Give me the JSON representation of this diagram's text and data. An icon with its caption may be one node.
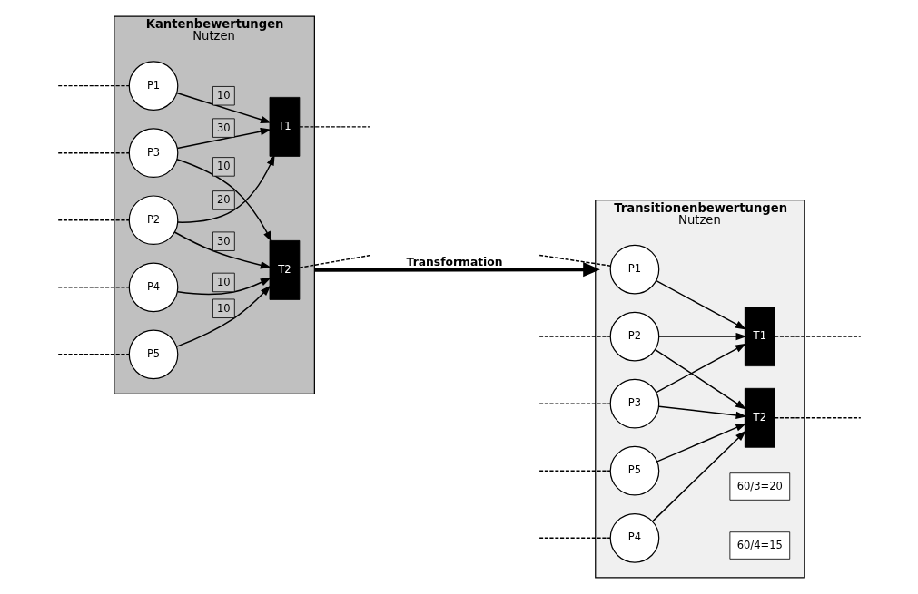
{
  "diagram": {
    "nodes": [
      {
        "text": [
          "Kantenbewertungen",
          "Nutzen"
        ]
      },
      {
        "text": [
          "P1"
        ],
        "in": 0
      },
      {
        "text": [
          "P2"
        ],
        "in": 0
      },
      {
        "text": [
          "P3"
        ],
        "in": 0
      },
      {
        "text": [
          "P4"
        ],
        "in": 0
      },
      {
        "text": [
          "P5"
        ],
        "in": 0
      },
      {
        "text": [
          "T1"
        ],
        "in": 0
      },
      {
        "text": [
          "T2"
        ],
        "in": 0
      },
      {
        "text": [
          "Transitionenbewertungen",
          "Nutzen"
        ]
      },
      {
        "text": [
          "P1"
        ],
        "in": 8
      },
      {
        "text": [
          "P2"
        ],
        "in": 8
      },
      {
        "text": [
          "P3"
        ],
        "in": 8
      },
      {
        "text": [
          "P4"
        ],
        "in": 8
      },
      {
        "text": [
          "P5"
        ],
        "in": 8
      },
      {
        "text": [
          "T1"
        ],
        "in": 8
      },
      {
        "text": [
          "T2"
        ],
        "in": 8
      },
      {
        "text": [
          "60/3=20"
        ],
        "in": 8
      },
      {
        "text": [
          "60/4=15"
        ],
        "in": 8
      }
    ],
    "edges": [
      {
        "from": 0,
        "to": 8,
        "arrow": "to",
        "label": "Transformation",
        "style": "thick"
      },
      {
        "from": null,
        "to": 1,
        "arrow": "none",
        "style": "dashed"
      },
      {
        "from": null,
        "to": 2,
        "arrow": "none",
        "style": "dashed"
      },
      {
        "from": null,
        "to": 3,
        "arrow": "none",
        "style": "dashed"
      },
      {
        "from": null,
        "to": 4,
        "arrow": "none",
        "style": "dashed"
      },
      {
        "from": null,
        "to": 5,
        "arrow": "none",
        "style": "dashed"
      },
      {
        "from": 1,
        "to": 6,
        "arrow": "to",
        "label": "10"
      },
      {
        "from": 2,
        "to": 6,
        "arrow": "to",
        "label": "20"
      },
      {
        "from": 3,
        "to": 6,
        "arrow": "to",
        "label": "30"
      },
      {
        "from": 2,
        "to": 7,
        "arrow": "to",
        "label": "30"
      },
      {
        "from": 3,
        "to": 7,
        "arrow": "to",
        "label": "10"
      },
      {
        "from": 4,
        "to": 7,
        "arrow": "to",
        "label": "10"
      },
      {
        "from": 5,
        "to": 7,
        "arrow": "to",
        "label": "10"
      },
      {
        "from": 6,
        "to": null,
        "arrow": "none",
        "style": "dashed"
      },
      {
        "from": 7,
        "to": null,
        "arrow": "none",
        "style": "dashed"
      },
      {
        "from": null,
        "to": 9,
        "arrow": "none",
        "style": "dashed"
      },
      {
        "from": null,
        "to": 10,
        "arrow": "none",
        "style": "dashed"
      },
      {
        "from": null,
        "to": 11,
        "arrow": "none",
        "style": "dashed"
      },
      {
        "from": null,
        "to": 12,
        "arrow": "none",
        "style": "dashed"
      },
      {
        "from": null,
        "to": 13,
        "arrow": "none",
        "style": "dashed"
      },
      {
        "from": 9,
        "to": 14,
        "arrow": "to"
      },
      {
        "from": 10,
        "to": 14,
        "arrow": "to"
      },
      {
        "from": 11,
        "to": 14,
        "arrow": "to"
      },
      {
        "from": 10,
        "to": 15,
        "arrow": "to"
      },
      {
        "from": 11,
        "to": 15,
        "arrow": "to"
      },
      {
        "from": 12,
        "to": 15,
        "arrow": "to"
      },
      {
        "from": 13,
        "to": 15,
        "arrow": "to"
      },
      {
        "from": 14,
        "to": null,
        "arrow": "none",
        "style": "dashed"
      },
      {
        "from": 15,
        "to": null,
        "arrow": "none",
        "style": "dashed"
      }
    ]
  }
}
